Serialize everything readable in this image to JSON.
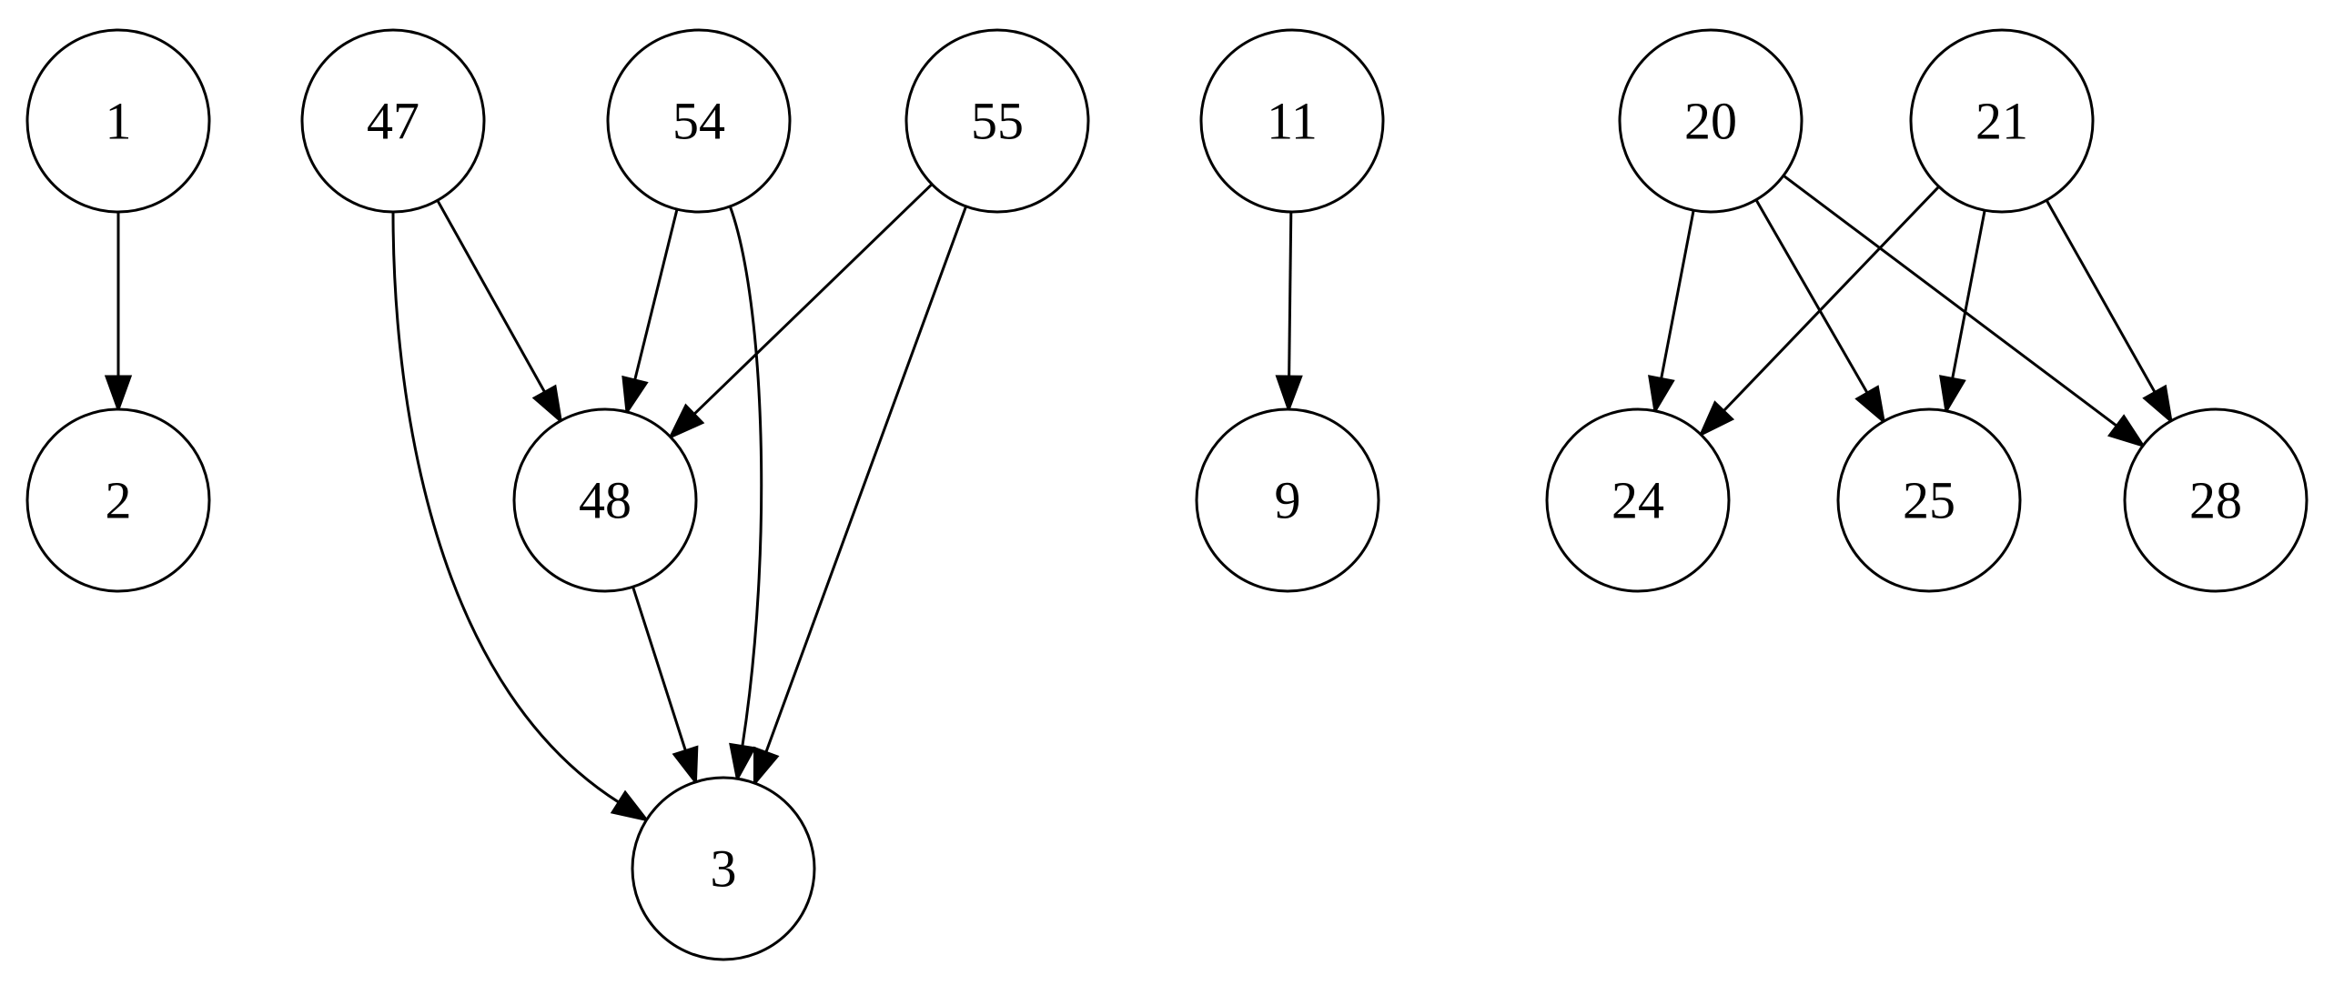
{
  "graph": {
    "nodes": [
      {
        "id": "1",
        "label": "1"
      },
      {
        "id": "2",
        "label": "2"
      },
      {
        "id": "47",
        "label": "47"
      },
      {
        "id": "54",
        "label": "54"
      },
      {
        "id": "55",
        "label": "55"
      },
      {
        "id": "48",
        "label": "48"
      },
      {
        "id": "3",
        "label": "3"
      },
      {
        "id": "11",
        "label": "11"
      },
      {
        "id": "9",
        "label": "9"
      },
      {
        "id": "20",
        "label": "20"
      },
      {
        "id": "21",
        "label": "21"
      },
      {
        "id": "24",
        "label": "24"
      },
      {
        "id": "25",
        "label": "25"
      },
      {
        "id": "28",
        "label": "28"
      }
    ],
    "edges": [
      {
        "from": "1",
        "to": "2"
      },
      {
        "from": "47",
        "to": "48"
      },
      {
        "from": "47",
        "to": "3"
      },
      {
        "from": "54",
        "to": "48"
      },
      {
        "from": "54",
        "to": "3"
      },
      {
        "from": "55",
        "to": "48"
      },
      {
        "from": "55",
        "to": "3"
      },
      {
        "from": "48",
        "to": "3"
      },
      {
        "from": "11",
        "to": "9"
      },
      {
        "from": "20",
        "to": "24"
      },
      {
        "from": "20",
        "to": "25"
      },
      {
        "from": "20",
        "to": "28"
      },
      {
        "from": "21",
        "to": "24"
      },
      {
        "from": "21",
        "to": "25"
      },
      {
        "from": "21",
        "to": "28"
      }
    ]
  }
}
